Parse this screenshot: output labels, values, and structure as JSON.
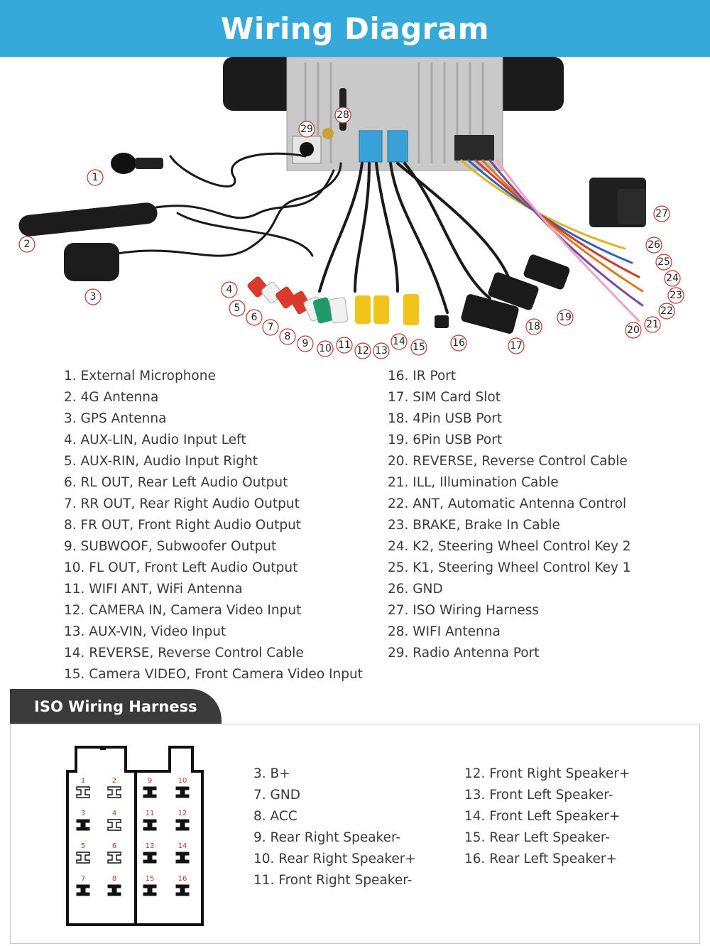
{
  "title": "Wiring Diagram",
  "callouts": [
    "1",
    "2",
    "3",
    "4",
    "5",
    "6",
    "7",
    "8",
    "9",
    "10",
    "11",
    "12",
    "13",
    "14",
    "15",
    "16",
    "17",
    "18",
    "19",
    "20",
    "21",
    "22",
    "23",
    "24",
    "25",
    "26",
    "27",
    "28",
    "29"
  ],
  "legend_left": [
    "1. External Microphone",
    "2. 4G Antenna",
    "3. GPS Antenna",
    "4. AUX-LIN, Audio Input Left",
    "5. AUX-RIN, Audio Input Right",
    "6. RL OUT, Rear Left Audio Output",
    "7. RR OUT, Rear Right Audio Output",
    "8. FR OUT, Front Right Audio Output",
    "9. SUBWOOF, Subwoofer Output",
    "10. FL OUT, Front Left Audio Output",
    "11. WIFI ANT, WiFi Antenna",
    "12. CAMERA IN, Camera Video Input",
    "13. AUX-VIN, Video Input",
    "14. REVERSE, Reverse Control Cable",
    "15. Camera VIDEO, Front Camera Video Input"
  ],
  "legend_right": [
    "16. IR Port",
    "17. SIM Card Slot",
    "18. 4Pin USB Port",
    "19. 6Pin USB Port",
    "20. REVERSE, Reverse Control Cable",
    "21. ILL, Illumination Cable",
    "22. ANT, Automatic Antenna Control",
    "23. BRAKE, Brake In Cable",
    "24. K2, Steering Wheel Control Key 2",
    "25. K1, Steering Wheel Control Key 1",
    "26. GND",
    "27. ISO Wiring Harness",
    "28. WIFI Antenna",
    "29. Radio Antenna Port"
  ],
  "iso_section_title": "ISO Wiring Harness",
  "iso_pin_numbers": [
    "1",
    "2",
    "3",
    "4",
    "5",
    "6",
    "7",
    "8",
    "9",
    "10",
    "11",
    "12",
    "13",
    "14",
    "15",
    "16"
  ],
  "iso_pins_col1": [
    "3. B+",
    "7. GND",
    "8. ACC",
    "9. Rear Right Speaker-",
    "10. Rear Right Speaker+",
    "11. Front Right Speaker-"
  ],
  "iso_pins_col2": [
    "12. Front Right Speaker+",
    "13. Front Left Speaker-",
    "14. Front Left Speaker+",
    "15. Rear Left Speaker-",
    "16. Rear Left Speaker+"
  ],
  "colors": {
    "header_bg": "#35a9da",
    "tab_bg": "#3b3b3b",
    "callout_stroke": "#c0392b",
    "pin_number": "#c0392b",
    "rca_red": "#d93a2b",
    "rca_white": "#f1f1f1",
    "rca_green": "#1f9a6a",
    "rca_yellow": "#f2c318"
  }
}
